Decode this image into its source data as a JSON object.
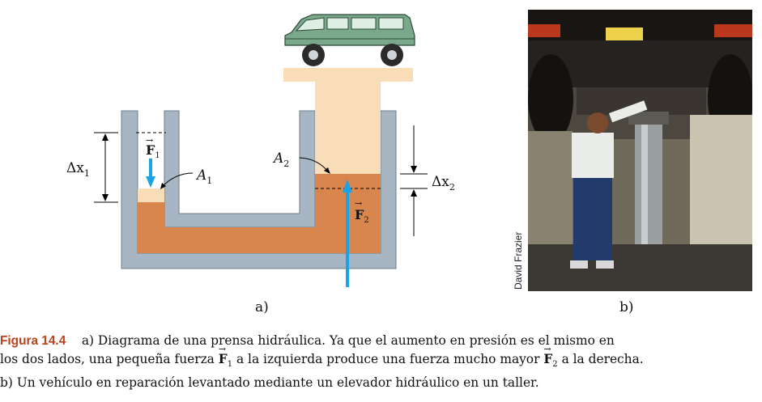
{
  "figure_a": {
    "label_dx1_main": "Δx",
    "label_dx1_sub": "1",
    "label_dx2_main": "Δx",
    "label_dx2_sub": "2",
    "label_f1_main": "F",
    "label_f1_sub": "1",
    "label_f2_main": "F",
    "label_f2_sub": "2",
    "label_a1_main": "A",
    "label_a1_sub": "1",
    "label_a2_main": "A",
    "label_a2_sub": "2",
    "panel_label": "a)",
    "colors": {
      "fluid": "#d9864e",
      "piston": "#f9dcb8",
      "wall": "#a7b6c2",
      "arrow": "#1aa3e6",
      "car": "#79a98a"
    }
  },
  "figure_b": {
    "panel_label": "b)",
    "credit": "David Frazier"
  },
  "caption": {
    "label": "Figura 14.4",
    "line1": "a) Diagrama de una prensa hidráulica. Ya que el aumento en presión es el mismo en",
    "line2_a": "los dos lados, una pequeña fuerza",
    "f1_main": "F",
    "f1_sub": "1",
    "line2_b": "a la izquierda produce una fuerza mucho mayor",
    "f2_main": "F",
    "f2_sub": "2",
    "line2_c": "a la derecha.",
    "line3": "b) Un vehículo en reparación levantado mediante un elevador hidráulico en un taller."
  }
}
